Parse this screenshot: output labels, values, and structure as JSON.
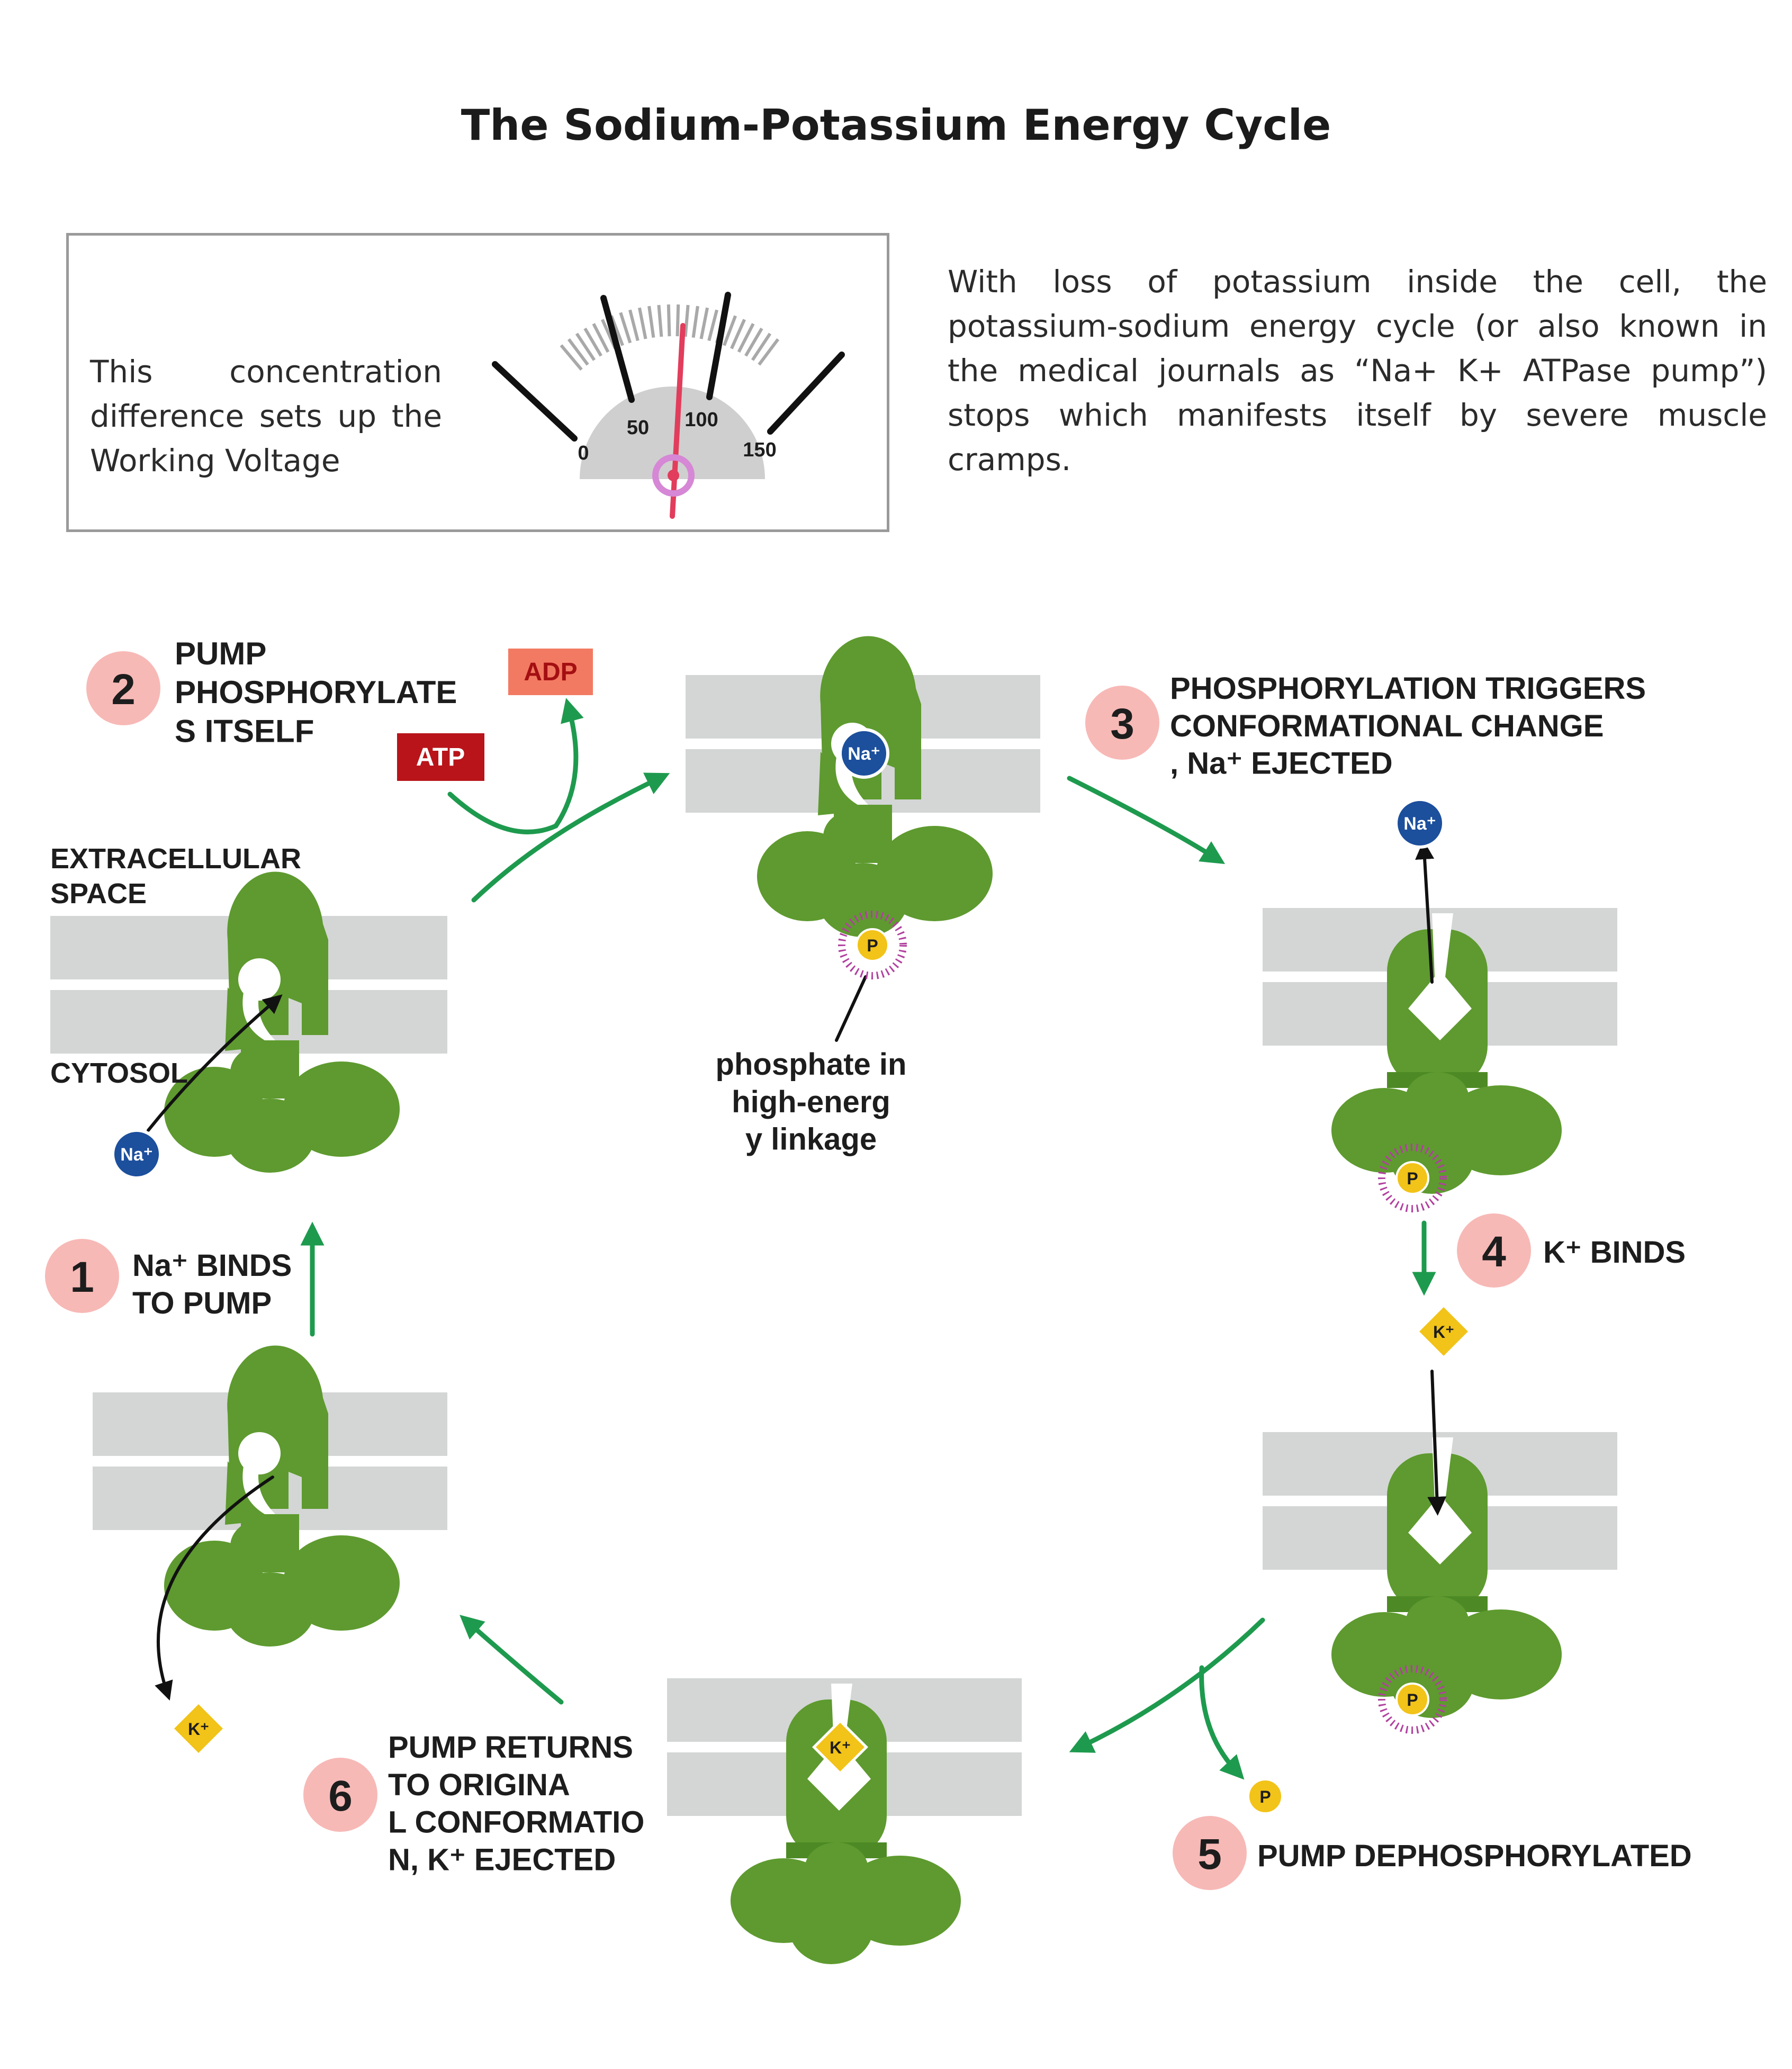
{
  "title": "The Sodium-Potassium Energy Cycle",
  "voltage_box": {
    "text": "This concentration difference sets up the Working Voltage",
    "gauge": {
      "ticks": [
        "0",
        "50",
        "100",
        "150"
      ],
      "needle_value": 100
    }
  },
  "description": "With loss of potassium inside the cell, the potassium-sodium energy cycle (or also known in the medical journals as “Na+ K+ ATPase pump”) stops which manifests itself by severe muscle cramps.",
  "colors": {
    "pump": "#5e9a2f",
    "arrow": "#1e9a4e",
    "membrane": "#d3d6d5",
    "step_badge": "#f7b9b6",
    "sodium": "#1c4f9c",
    "potassium": "#f2c318",
    "atp": "#b8141a",
    "adp": "#f37a62"
  },
  "diagram": {
    "region_labels": {
      "extracellular": "EXTRACELLULAR SPACE",
      "cytosol": "CYTOSOL"
    },
    "steps": [
      {
        "number": "1",
        "label": "Na⁺ BINDS TO PUMP"
      },
      {
        "number": "2",
        "label": "PUMP PHOSPHORYLATES ITSELF"
      },
      {
        "number": "3",
        "label": "PHOSPHORYLATION TRIGGERS CONFORMATIONAL CHANGE, Na⁺ EJECTED"
      },
      {
        "number": "4",
        "label": "K⁺ BINDS"
      },
      {
        "number": "5",
        "label": "PUMP DEPHOSPHORYLATED"
      },
      {
        "number": "6",
        "label": "PUMP RETURNS TO ORIGINAL CONFORMATION, K⁺ EJECTED"
      }
    ],
    "molecules": {
      "atp": "ATP",
      "adp": "ADP",
      "sodium": "Na⁺",
      "potassium": "K⁺",
      "phosphate": "P"
    },
    "annotation": "phosphate in high-energy linkage"
  }
}
